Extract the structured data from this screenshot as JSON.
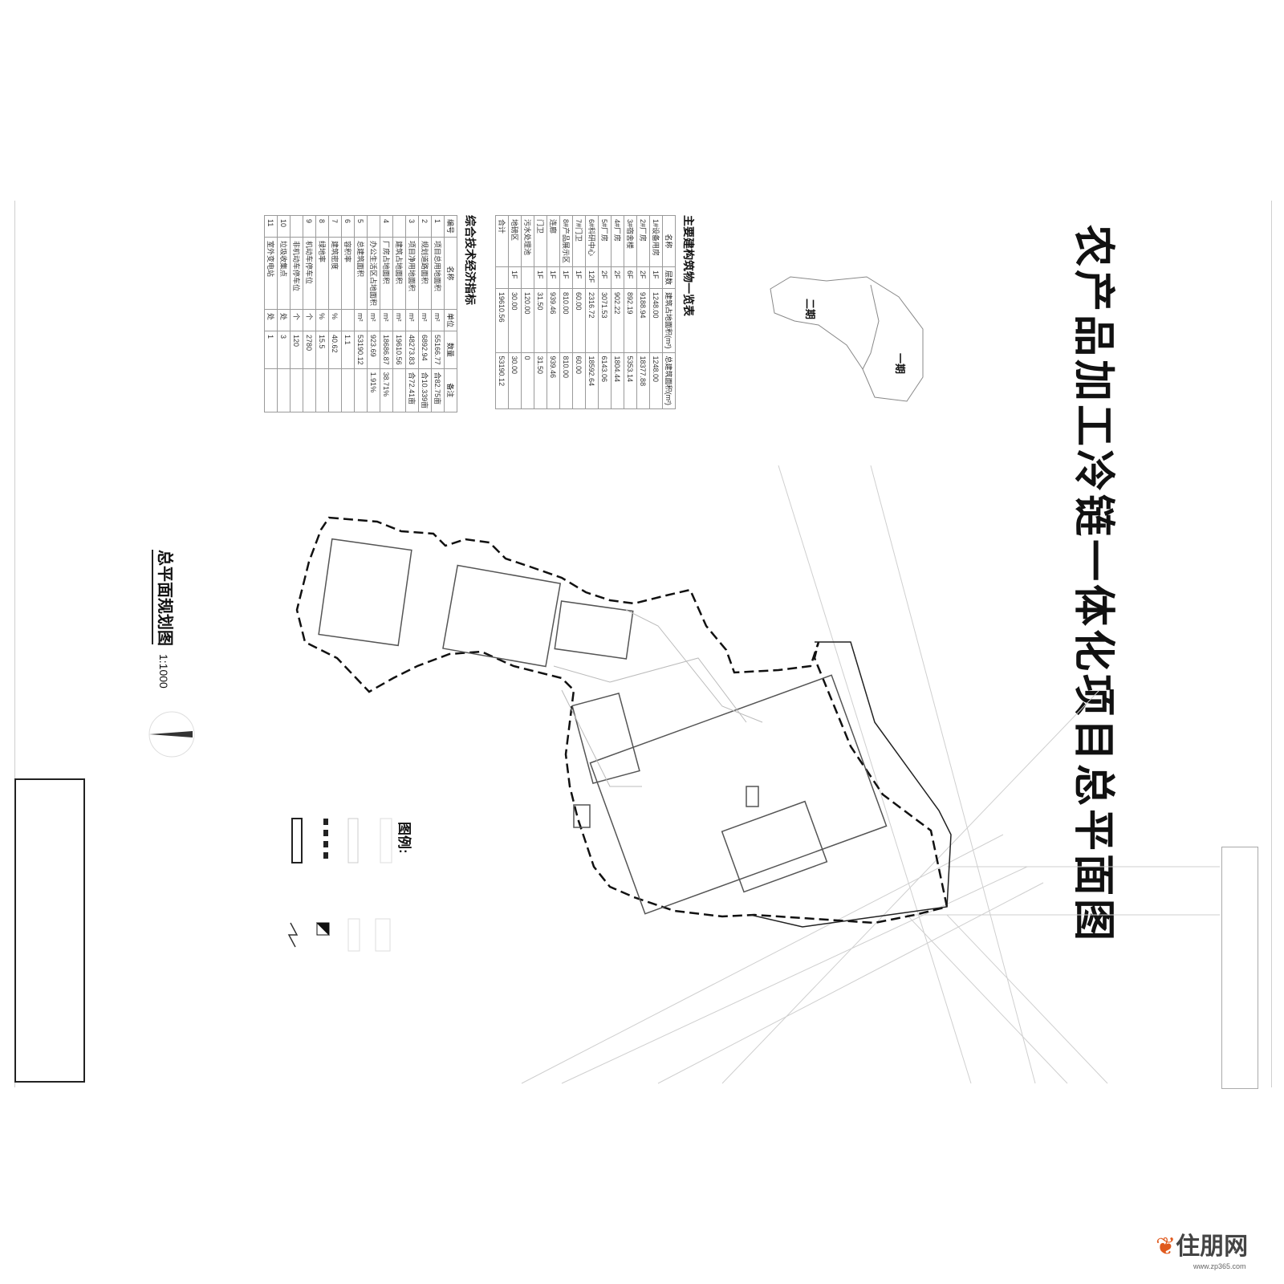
{
  "title": "农产品加工冷链一体化项目总平面图",
  "plan_title": "总平面规划图",
  "plan_scale": "1:1000",
  "phases": {
    "phase1": "一期",
    "phase2": "二期"
  },
  "buildings_table": {
    "title": "主要建构筑物一览表",
    "headers": [
      "名称",
      "层数",
      "建筑占地面积(m²)",
      "总建筑面积(m²)"
    ],
    "rows": [
      [
        "1#设备用房",
        "1F",
        "1248.00",
        "1248.00"
      ],
      [
        "2#厂房",
        "2F",
        "9188.94",
        "18377.88"
      ],
      [
        "3#宿舍楼",
        "6F",
        "892.19",
        "5353.14"
      ],
      [
        "4#厂房",
        "2F",
        "902.22",
        "1804.44"
      ],
      [
        "5#厂房",
        "2F",
        "3071.53",
        "6143.06"
      ],
      [
        "6#科研中心",
        "12F",
        "2316.72",
        "18592.64"
      ],
      [
        "7#门卫",
        "1F",
        "60.00",
        "60.00"
      ],
      [
        "8#产品展示区",
        "1F",
        "810.00",
        "810.00"
      ],
      [
        "连廊",
        "1F",
        "939.46",
        "939.46"
      ],
      [
        "门卫",
        "1F",
        "31.50",
        "31.50"
      ],
      [
        "污水处理池",
        "",
        "120.00",
        "0"
      ],
      [
        "地磅区",
        "1F",
        "30.00",
        "30.00"
      ],
      [
        "合计",
        "",
        "19610.56",
        "53190.12"
      ]
    ]
  },
  "indicators_table": {
    "title": "综合技术经济指标",
    "headers": [
      "编号",
      "名称",
      "单位",
      "数量",
      "备注"
    ],
    "rows": [
      [
        "1",
        "项目总用地面积",
        "m²",
        "55166.77",
        "合82.75亩"
      ],
      [
        "2",
        "规划道路面积",
        "m²",
        "6892.94",
        "合10.339亩"
      ],
      [
        "3",
        "项目净用地面积",
        "m²",
        "48273.83",
        "合72.41亩"
      ],
      [
        "",
        "建筑占地面积",
        "m²",
        "19610.56",
        ""
      ],
      [
        "4",
        "厂房占地面积",
        "m²",
        "18686.87",
        "38.71%"
      ],
      [
        "",
        "办公生活区占地面积",
        "m²",
        "923.69",
        "1.91%"
      ],
      [
        "5",
        "总建筑面积",
        "m²",
        "53190.12",
        ""
      ],
      [
        "6",
        "容积率",
        "",
        "1.1",
        ""
      ],
      [
        "7",
        "建筑密度",
        "%",
        "40.62",
        ""
      ],
      [
        "8",
        "绿地率",
        "%",
        "15.5",
        ""
      ],
      [
        "9",
        "机动车停车位",
        "个",
        "2780",
        ""
      ],
      [
        "",
        "非机动车停车位",
        "个",
        "120",
        ""
      ],
      [
        "10",
        "垃圾收集点",
        "处",
        "3",
        ""
      ],
      [
        "11",
        "室外变电站",
        "处",
        "1",
        ""
      ]
    ]
  },
  "legend": {
    "title": "图例:"
  },
  "watermark": {
    "brand": "住朋网",
    "url": "www.zp365.com"
  }
}
